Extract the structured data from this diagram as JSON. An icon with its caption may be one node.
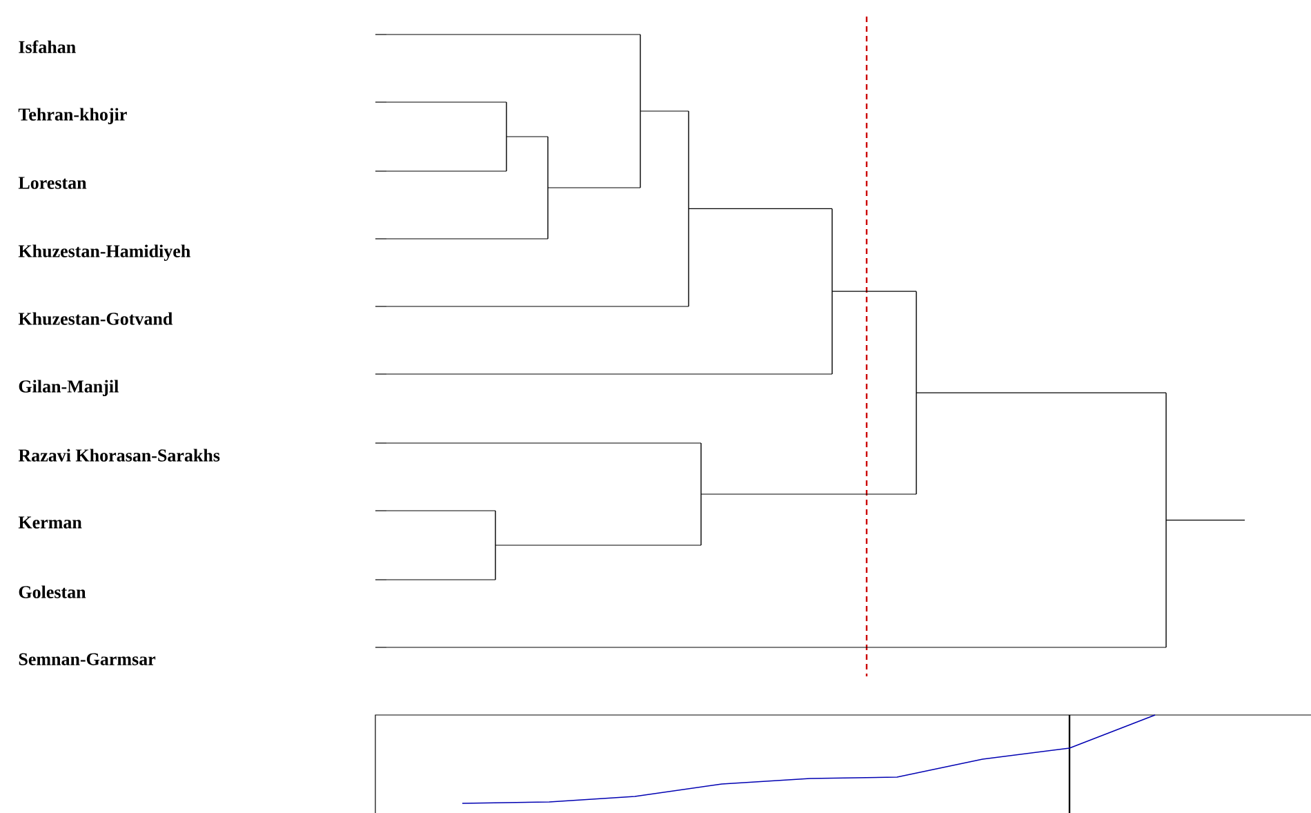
{
  "diagram": {
    "nodes": [
      {
        "text": [
          "Isfahan"
        ]
      },
      {
        "text": [
          "Tehran-khojir"
        ]
      },
      {
        "text": [
          "Lorestan"
        ]
      },
      {
        "text": [
          "Khuzestan-Hamidiyeh"
        ]
      },
      {
        "text": [
          "Khuzestan-Gotvand"
        ]
      },
      {
        "text": [
          "Gilan-Manjil"
        ]
      },
      {
        "text": [
          "Razavi Khorasan-Sarakhs"
        ]
      },
      {
        "text": [
          "Kerman"
        ]
      },
      {
        "text": [
          "Golestan"
        ]
      },
      {
        "text": [
          "Semnan-Garmsar"
        ]
      },
      {
        "text": [],
        "shape": "bar"
      },
      {
        "text": [],
        "shape": "bar"
      },
      {
        "text": [],
        "shape": "bar"
      },
      {
        "text": [],
        "shape": "bar"
      },
      {
        "text": [],
        "shape": "bar"
      },
      {
        "text": [],
        "shape": "bar"
      },
      {
        "text": [],
        "shape": "bar"
      },
      {
        "text": [],
        "shape": "bar"
      },
      {
        "text": [],
        "shape": "bar"
      }
    ],
    "edges": [
      {
        "from": 1,
        "to": 10,
        "arrow": "none"
      },
      {
        "from": 2,
        "to": 10,
        "arrow": "none"
      },
      {
        "from": 10,
        "to": 11,
        "arrow": "none"
      },
      {
        "from": 3,
        "to": 11,
        "arrow": "none"
      },
      {
        "from": 0,
        "to": 12,
        "arrow": "none"
      },
      {
        "from": 11,
        "to": 12,
        "arrow": "none"
      },
      {
        "from": 12,
        "to": 13,
        "arrow": "none"
      },
      {
        "from": 4,
        "to": 13,
        "arrow": "none"
      },
      {
        "from": 13,
        "to": 14,
        "arrow": "none"
      },
      {
        "from": 5,
        "to": 14,
        "arrow": "none"
      },
      {
        "from": 7,
        "to": 15,
        "arrow": "none"
      },
      {
        "from": 8,
        "to": 15,
        "arrow": "none"
      },
      {
        "from": 6,
        "to": 16,
        "arrow": "none"
      },
      {
        "from": 15,
        "to": 16,
        "arrow": "none"
      },
      {
        "from": 14,
        "to": 17,
        "arrow": "none"
      },
      {
        "from": 16,
        "to": 17,
        "arrow": "none"
      },
      {
        "from": 17,
        "to": 18,
        "arrow": "none"
      },
      {
        "from": 9,
        "to": 18,
        "arrow": "none"
      },
      {
        "from": 18,
        "to": null,
        "arrow": "none"
      }
    ]
  }
}
